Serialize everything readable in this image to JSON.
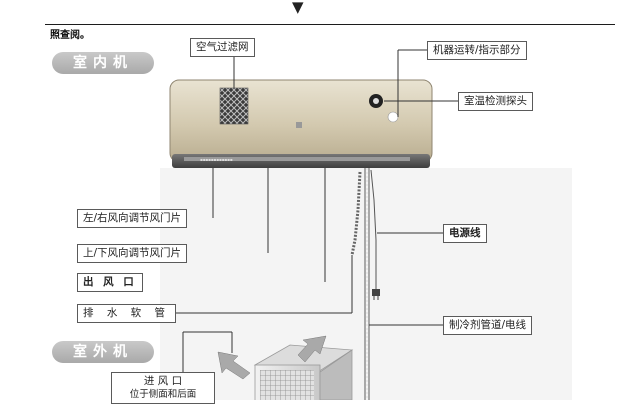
{
  "page": {
    "top_marker": "▼",
    "top_note": "照查阅。"
  },
  "indoor_unit": {
    "section_title": "室内机",
    "labels": {
      "air_filter": "空气过滤网",
      "operation_indicator": "机器运转/指示部分",
      "room_temp_sensor": "室温检测探头",
      "lr_louver": "左/右风向调节风门片",
      "ud_louver": "上/下风向调节风门片",
      "air_outlet": "出 风 口",
      "power_cord": "电源线",
      "drain_hose": "排 水 软 管",
      "refrigerant_pipe": "制冷剂管道/电线"
    }
  },
  "outdoor_unit": {
    "section_title": "室外机",
    "labels": {
      "air_inlet": "进 风 口",
      "air_inlet_note": "位于侧面和后面"
    }
  }
}
